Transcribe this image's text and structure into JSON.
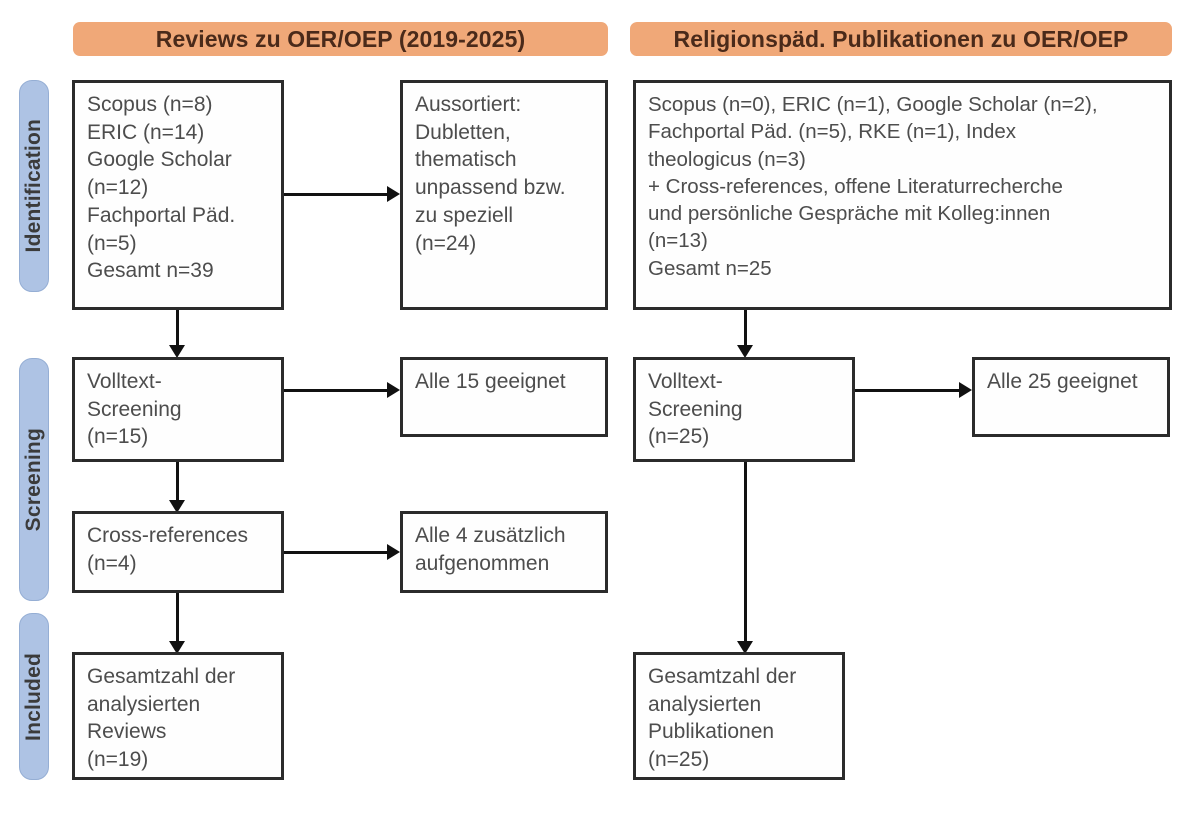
{
  "figure": {
    "type": "prisma-flow-diagram",
    "background": "#ffffff",
    "accent_header": "#f0a878",
    "accent_stage_badge": "#aec3e4",
    "box_border": "#2b2b2b"
  },
  "columns": {
    "left": {
      "header": "Reviews zu OER/OEP (2019-2025)"
    },
    "right": {
      "header": "Religionspäd. Publikationen zu OER/OEP"
    }
  },
  "stages": [
    {
      "label": "Identification"
    },
    {
      "label": "Screening"
    },
    {
      "label": "Included"
    }
  ],
  "boxes": {
    "left_identification_sources": "Scopus (n=8)\nERIC (n=14)\nGoogle Scholar\n(n=12)\nFachportal Päd.\n(n=5)\nGesamt n=39",
    "left_excluded": "Aussortiert:\nDubletten,\nthematisch\nunpassend bzw.\nzu speziell\n(n=24)",
    "left_fulltext_screening": "Volltext-\nScreening\n(n=15)",
    "left_all_suitable": "Alle 15 geeignet",
    "left_cross_references": "Cross-references\n(n=4)",
    "left_all_added": "Alle 4 zusätzlich\naufgenommen",
    "left_included_total": "Gesamtzahl der\nanalysierten\nReviews\n(n=19)",
    "right_identification_sources": "Scopus (n=0), ERIC (n=1), Google Scholar (n=2),\nFachportal Päd. (n=5), RKE (n=1), Index\ntheologicus (n=3)\n+ Cross-references, offene Literaturrecherche\nund persönliche Gespräche mit Kolleg:innen\n(n=13)\nGesamt n=25",
    "right_fulltext_screening": "Volltext-\nScreening\n(n=25)",
    "right_all_suitable": "Alle 25 geeignet",
    "right_included_total": "Gesamtzahl der\nanalysierten\nPublikationen\n(n=25)"
  },
  "counts": {
    "left_scopus": 8,
    "left_eric": 14,
    "left_google_scholar": 12,
    "left_fachportal": 5,
    "left_total_identified": 39,
    "left_excluded": 24,
    "left_fulltext_screened": 15,
    "left_cross_references": 4,
    "left_included": 19,
    "right_scopus": 0,
    "right_eric": 1,
    "right_google_scholar": 2,
    "right_fachportal": 5,
    "right_rke": 1,
    "right_index_theologicus": 3,
    "right_other_sources": 13,
    "right_total_identified": 25,
    "right_fulltext_screened": 25,
    "right_included": 25
  }
}
